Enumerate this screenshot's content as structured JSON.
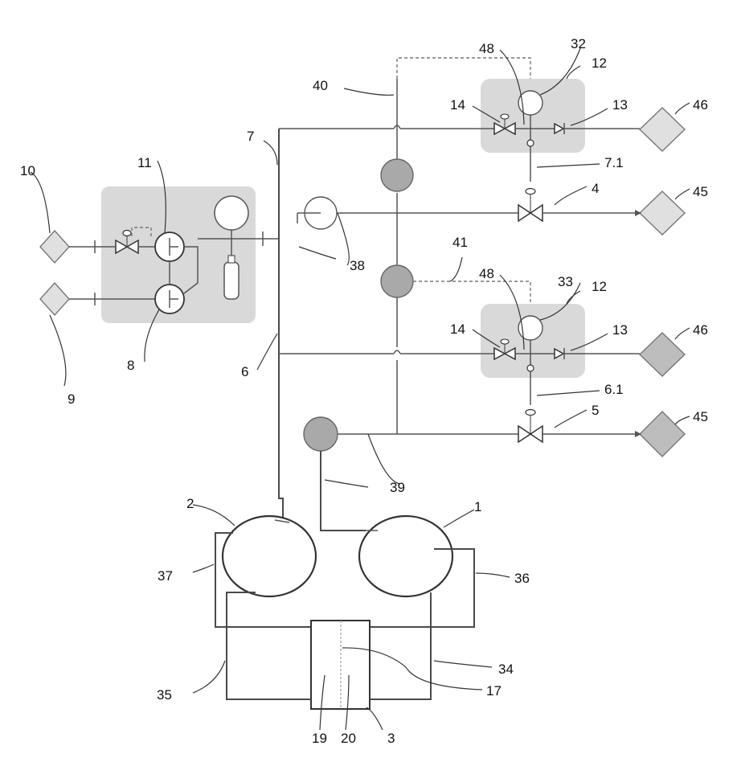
{
  "figure": {
    "labels": {
      "l1": "1",
      "l2": "2",
      "l3": "3",
      "l4": "4",
      "l5": "5",
      "l6": "6",
      "l6_1": "6.1",
      "l7": "7",
      "l7_1": "7.1",
      "l8": "8",
      "l9": "9",
      "l10": "10",
      "l11": "11",
      "l12a": "12",
      "l12b": "12",
      "l13a": "13",
      "l13b": "13",
      "l14a": "14",
      "l14b": "14",
      "l17": "17",
      "l19": "19",
      "l20": "20",
      "l32": "32",
      "l33": "33",
      "l34": "34",
      "l35": "35",
      "l36": "36",
      "l37": "37",
      "l38": "38",
      "l39": "39",
      "l40": "40",
      "l41": "41",
      "l45a": "45",
      "l45b": "45",
      "l46a": "46",
      "l46b": "46",
      "l48a": "48",
      "l48b": "48"
    },
    "colors": {
      "line": "#4a4a4a",
      "shaded_module": "#d9d9d9",
      "dark_node": "#a9a9a9",
      "diamond_light": "#e0e0e0",
      "diamond_dark": "#bdbdbd"
    },
    "icons": [
      "valve-icon",
      "pump-icon",
      "gas-cylinder-icon",
      "check-valve-icon",
      "tank-icon",
      "diamond-terminal-icon"
    ]
  }
}
